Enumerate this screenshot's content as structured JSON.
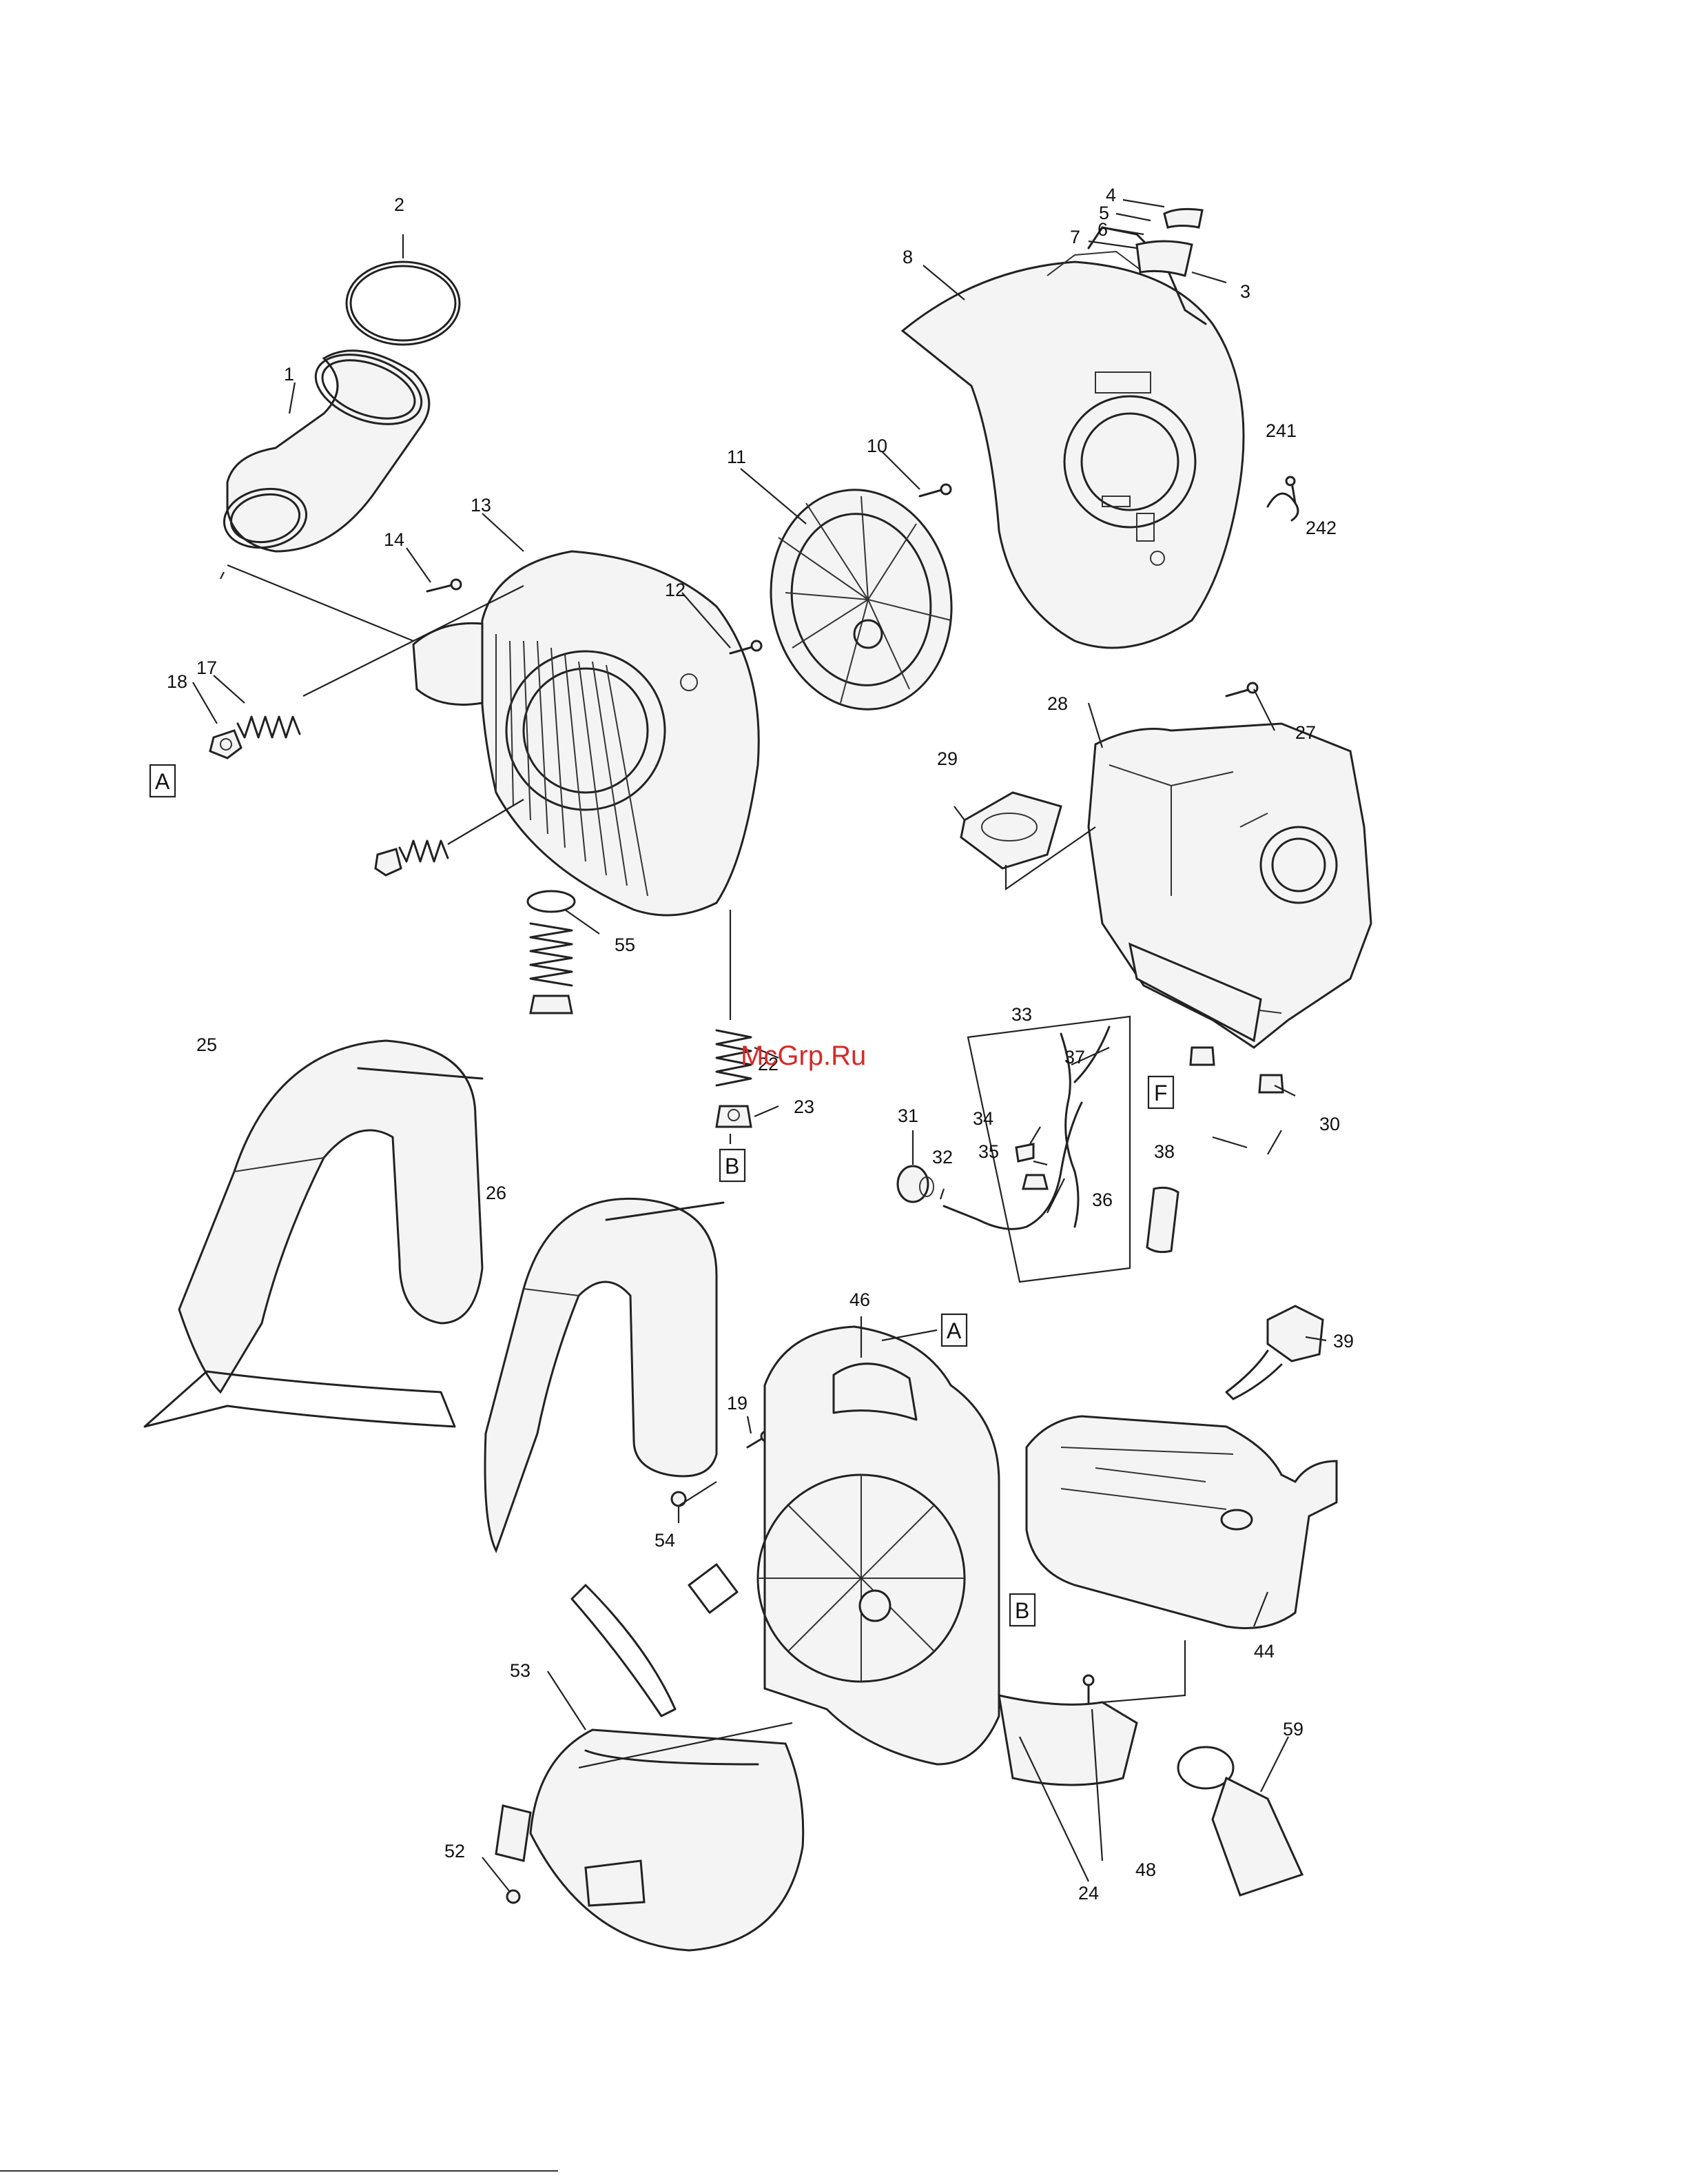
{
  "watermark": "McGrp.Ru",
  "callouts": [
    {
      "id": "c1",
      "text": "1"
    },
    {
      "id": "c2",
      "text": "2"
    },
    {
      "id": "c3",
      "text": "3"
    },
    {
      "id": "c4",
      "text": "4"
    },
    {
      "id": "c5",
      "text": "5"
    },
    {
      "id": "c6",
      "text": "6"
    },
    {
      "id": "c7",
      "text": "7"
    },
    {
      "id": "c8",
      "text": "8"
    },
    {
      "id": "c10",
      "text": "10"
    },
    {
      "id": "c11",
      "text": "11"
    },
    {
      "id": "c12",
      "text": "12"
    },
    {
      "id": "c13",
      "text": "13"
    },
    {
      "id": "c14",
      "text": "14"
    },
    {
      "id": "c17",
      "text": "17"
    },
    {
      "id": "c18",
      "text": "18"
    },
    {
      "id": "c19",
      "text": "19"
    },
    {
      "id": "c22",
      "text": "22"
    },
    {
      "id": "c23",
      "text": "23"
    },
    {
      "id": "c24",
      "text": "24"
    },
    {
      "id": "c25",
      "text": "25"
    },
    {
      "id": "c26",
      "text": "26"
    },
    {
      "id": "c27",
      "text": "27"
    },
    {
      "id": "c28",
      "text": "28"
    },
    {
      "id": "c29",
      "text": "29"
    },
    {
      "id": "c30",
      "text": "30"
    },
    {
      "id": "c31",
      "text": "31"
    },
    {
      "id": "c32",
      "text": "32"
    },
    {
      "id": "c33",
      "text": "33"
    },
    {
      "id": "c34",
      "text": "34"
    },
    {
      "id": "c35",
      "text": "35"
    },
    {
      "id": "c36",
      "text": "36"
    },
    {
      "id": "c37",
      "text": "37"
    },
    {
      "id": "c38",
      "text": "38"
    },
    {
      "id": "c39",
      "text": "39"
    },
    {
      "id": "c44",
      "text": "44"
    },
    {
      "id": "c46",
      "text": "46"
    },
    {
      "id": "c48",
      "text": "48"
    },
    {
      "id": "c52",
      "text": "52"
    },
    {
      "id": "c53",
      "text": "53"
    },
    {
      "id": "c54",
      "text": "54"
    },
    {
      "id": "c55",
      "text": "55"
    },
    {
      "id": "c59",
      "text": "59"
    },
    {
      "id": "c241",
      "text": "241"
    },
    {
      "id": "c242",
      "text": "242"
    }
  ],
  "ref_markers": [
    {
      "id": "mA1",
      "text": "A"
    },
    {
      "id": "mA2",
      "text": "A"
    },
    {
      "id": "mB1",
      "text": "B"
    },
    {
      "id": "mB2",
      "text": "B"
    },
    {
      "id": "mF",
      "text": "F"
    }
  ]
}
